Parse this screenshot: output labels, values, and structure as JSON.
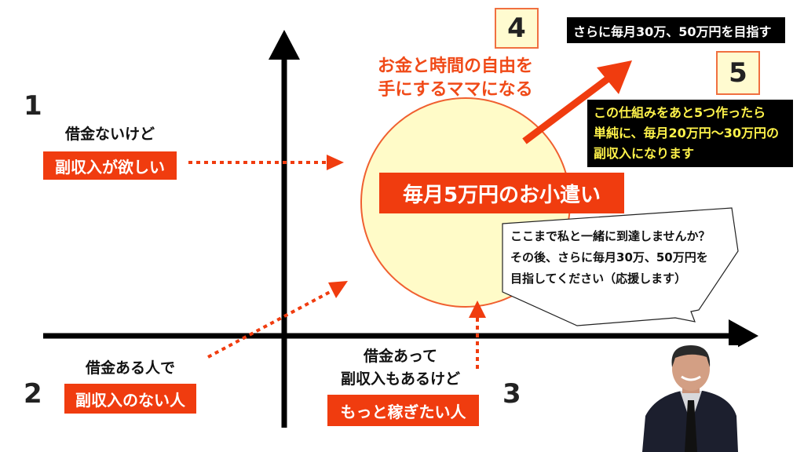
{
  "quadrants": {
    "q1": {
      "number": "1",
      "line1": "借金ないけど",
      "label": "副収入が欲しい"
    },
    "q2": {
      "number": "2",
      "line1": "借金ある人で",
      "label": "副収入のない人"
    },
    "q3": {
      "number": "3",
      "line1": "借金あって",
      "line2": "副収入もあるけど",
      "label": "もっと稼ぎたい人"
    },
    "q4": {
      "number": "4",
      "line1": "お金と時間の自由を",
      "line2": "手にするママになる"
    },
    "q5": {
      "number": "5"
    }
  },
  "goal": {
    "label": "毎月5万円のお小遣い"
  },
  "top_banner": "さらに毎月30万、50万円を目指す",
  "info_box": [
    "この仕組みをあと5つ作ったら",
    "単純に、毎月20万円～30万円の",
    "副収入になります"
  ],
  "speech_bubble": [
    "ここまで私と一緒に到達しませんか？",
    "その後、さらに毎月30万、50万円を",
    "目指してください（応援します）"
  ],
  "colors": {
    "accent": "#F03C0F",
    "circle_fill": "#FFFBC8",
    "number_box": "#FFFBD0"
  }
}
